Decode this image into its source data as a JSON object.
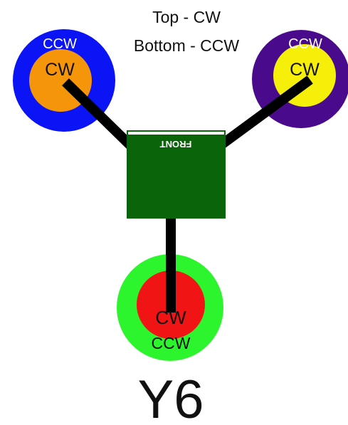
{
  "legend": {
    "line1": "Top - CW",
    "line2": "Bottom - CCW"
  },
  "motors": {
    "front_left": {
      "outer_label": "CCW",
      "inner_label": "CW",
      "outer_color": "#0a14f5",
      "inner_color": "#f5960a",
      "outer_text_color": "#ffffff",
      "inner_text_color": "#111111"
    },
    "front_right": {
      "outer_label": "CCW",
      "inner_label": "CW",
      "outer_color": "#4a0a8c",
      "inner_color": "#f5ef0a",
      "outer_text_color": "#ffffff",
      "inner_text_color": "#111111"
    },
    "rear": {
      "outer_label": "CCW",
      "inner_label": "CW",
      "outer_color": "#2df52d",
      "inner_color": "#f01414",
      "outer_text_color": "#111111",
      "inner_text_color": "#111111"
    }
  },
  "body": {
    "front_label": "FRONT",
    "color": "#0a640a"
  },
  "arm_color": "#000000",
  "frame_label": "Y6"
}
